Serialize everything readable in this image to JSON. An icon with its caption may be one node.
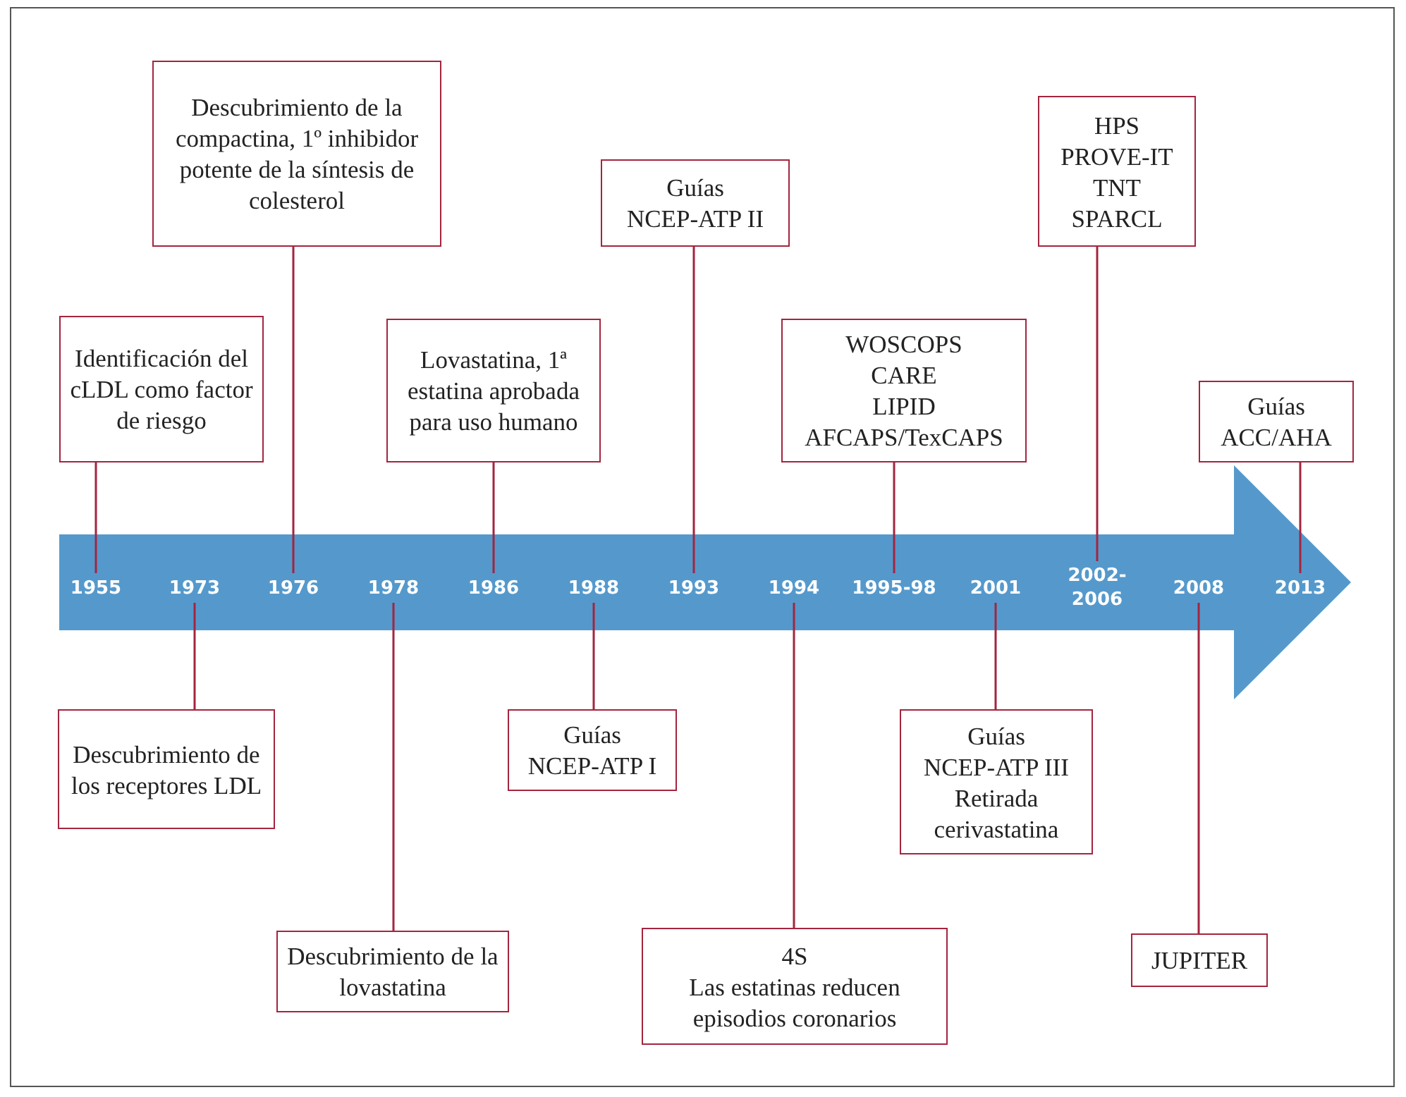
{
  "diagram": {
    "nodes": [
      {
        "text": [
          "Identificación del cLDL como factor de riesgo"
        ]
      },
      {
        "text": [
          "Descubrimiento de la compactina, 1º inhibidor potente de la síntesis de colesterol"
        ]
      },
      {
        "text": [
          "Lovastatina, 1ª estatina aprobada para uso humano"
        ]
      },
      {
        "text": [
          "Guías",
          "NCEP-ATP II"
        ]
      },
      {
        "text": [
          "WOSCOPS",
          "CARE",
          "LIPID",
          "AFCAPS/TexCAPS"
        ]
      },
      {
        "text": [
          "HPS",
          "PROVE-IT",
          "TNT",
          "SPARCL"
        ]
      },
      {
        "text": [
          "Guías",
          "ACC/AHA"
        ]
      },
      {
        "text": [
          "Descubrimiento de los receptores LDL"
        ]
      },
      {
        "text": [
          "Descubrimiento de la lovastatina"
        ]
      },
      {
        "text": [
          "Guías",
          "NCEP-ATP I"
        ]
      },
      {
        "text": [
          "4S",
          "Las estatinas reducen episodios coronarios"
        ]
      },
      {
        "text": [
          "Guías",
          "NCEP-ATP III",
          "Retirada cerivastatina"
        ]
      },
      {
        "text": [
          "JUPITER"
        ]
      },
      {
        "text": [
          "1955"
        ]
      },
      {
        "text": [
          "1973"
        ]
      },
      {
        "text": [
          "1976"
        ]
      },
      {
        "text": [
          "1978"
        ]
      },
      {
        "text": [
          "1986"
        ]
      },
      {
        "text": [
          "1988"
        ]
      },
      {
        "text": [
          "1993"
        ]
      },
      {
        "text": [
          "1994"
        ]
      },
      {
        "text": [
          "1995-98"
        ]
      },
      {
        "text": [
          "2001"
        ]
      },
      {
        "text": [
          "2002- 2006"
        ]
      },
      {
        "text": [
          "2008"
        ]
      },
      {
        "text": [
          "2013"
        ]
      }
    ],
    "edges": [
      {
        "from": 0,
        "to": 13,
        "arrow": "none"
      },
      {
        "from": 7,
        "to": 14,
        "arrow": "none"
      },
      {
        "from": 1,
        "to": 15,
        "arrow": "none"
      },
      {
        "from": 8,
        "to": 16,
        "arrow": "none"
      },
      {
        "from": 2,
        "to": 17,
        "arrow": "none"
      },
      {
        "from": 9,
        "to": 18,
        "arrow": "none"
      },
      {
        "from": 3,
        "to": 19,
        "arrow": "none"
      },
      {
        "from": 10,
        "to": 20,
        "arrow": "none"
      },
      {
        "from": 4,
        "to": 21,
        "arrow": "none"
      },
      {
        "from": 11,
        "to": 22,
        "arrow": "none"
      },
      {
        "from": 5,
        "to": 23,
        "arrow": "none"
      },
      {
        "from": 12,
        "to": 24,
        "arrow": "none"
      },
      {
        "from": 6,
        "to": 25,
        "arrow": "none"
      }
    ]
  }
}
